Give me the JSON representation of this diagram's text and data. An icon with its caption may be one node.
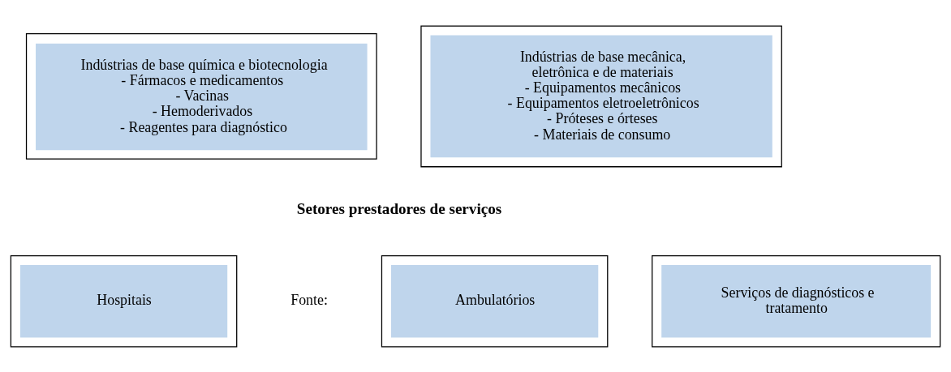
{
  "diagram": {
    "nodes": [
      {
        "text": [
          "Indústrias de base química e biotecnologia",
          "- Fármacos e medicamentos",
          "- Vacinas",
          "- Hemoderivados",
          "- Reagentes para diagnóstico"
        ]
      },
      {
        "text": [
          "Indústrias de base mecânica, eletrônica e de materiais",
          "- Equipamentos mecânicos",
          "- Equipamentos eletroeletrônicos",
          "- Próteses e órteses",
          "- Materiais de consumo"
        ]
      },
      {
        "text": [
          "Hospitais"
        ]
      },
      {
        "text": [
          "Ambulatórios"
        ]
      },
      {
        "text": [
          "Serviços de diagnósticos e tratamento"
        ]
      }
    ],
    "labels": [
      "Setores prestadores de serviços",
      "Fonte:"
    ]
  }
}
